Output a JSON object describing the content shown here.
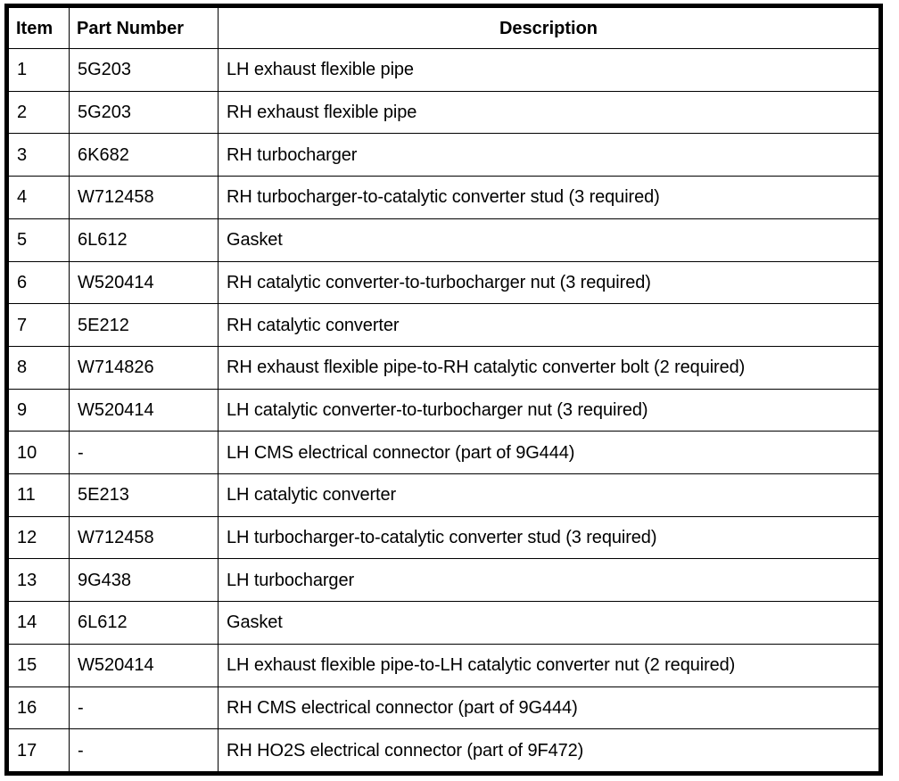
{
  "table": {
    "columns": [
      {
        "key": "item",
        "label": "Item"
      },
      {
        "key": "part_number",
        "label": "Part Number"
      },
      {
        "key": "description",
        "label": "Description"
      }
    ],
    "rows": [
      {
        "item": "1",
        "part_number": "5G203",
        "description": "LH exhaust flexible pipe"
      },
      {
        "item": "2",
        "part_number": "5G203",
        "description": "RH exhaust flexible pipe"
      },
      {
        "item": "3",
        "part_number": "6K682",
        "description": "RH turbocharger"
      },
      {
        "item": "4",
        "part_number": "W712458",
        "description": "RH turbocharger-to-catalytic converter stud (3 required)"
      },
      {
        "item": "5",
        "part_number": "6L612",
        "description": "Gasket"
      },
      {
        "item": "6",
        "part_number": "W520414",
        "description": "RH catalytic converter-to-turbocharger nut (3 required)"
      },
      {
        "item": "7",
        "part_number": "5E212",
        "description": "RH catalytic converter"
      },
      {
        "item": "8",
        "part_number": "W714826",
        "description": "RH exhaust flexible pipe-to-RH catalytic converter bolt (2 required)"
      },
      {
        "item": "9",
        "part_number": "W520414",
        "description": "LH catalytic converter-to-turbocharger nut (3 required)"
      },
      {
        "item": "10",
        "part_number": "-",
        "description": "LH CMS electrical connector (part of 9G444)"
      },
      {
        "item": "11",
        "part_number": "5E213",
        "description": "LH catalytic converter"
      },
      {
        "item": "12",
        "part_number": "W712458",
        "description": "LH turbocharger-to-catalytic converter stud (3 required)"
      },
      {
        "item": "13",
        "part_number": "9G438",
        "description": "LH turbocharger"
      },
      {
        "item": "14",
        "part_number": "6L612",
        "description": "Gasket"
      },
      {
        "item": "15",
        "part_number": "W520414",
        "description": "LH exhaust flexible pipe-to-LH catalytic converter nut (2 required)"
      },
      {
        "item": "16",
        "part_number": "-",
        "description": "RH CMS electrical connector (part of 9G444)"
      },
      {
        "item": "17",
        "part_number": "-",
        "description": "RH HO2S electrical connector (part of 9F472)"
      }
    ]
  },
  "colors": {
    "border": "#000000",
    "text": "#000000",
    "background": "#ffffff"
  }
}
